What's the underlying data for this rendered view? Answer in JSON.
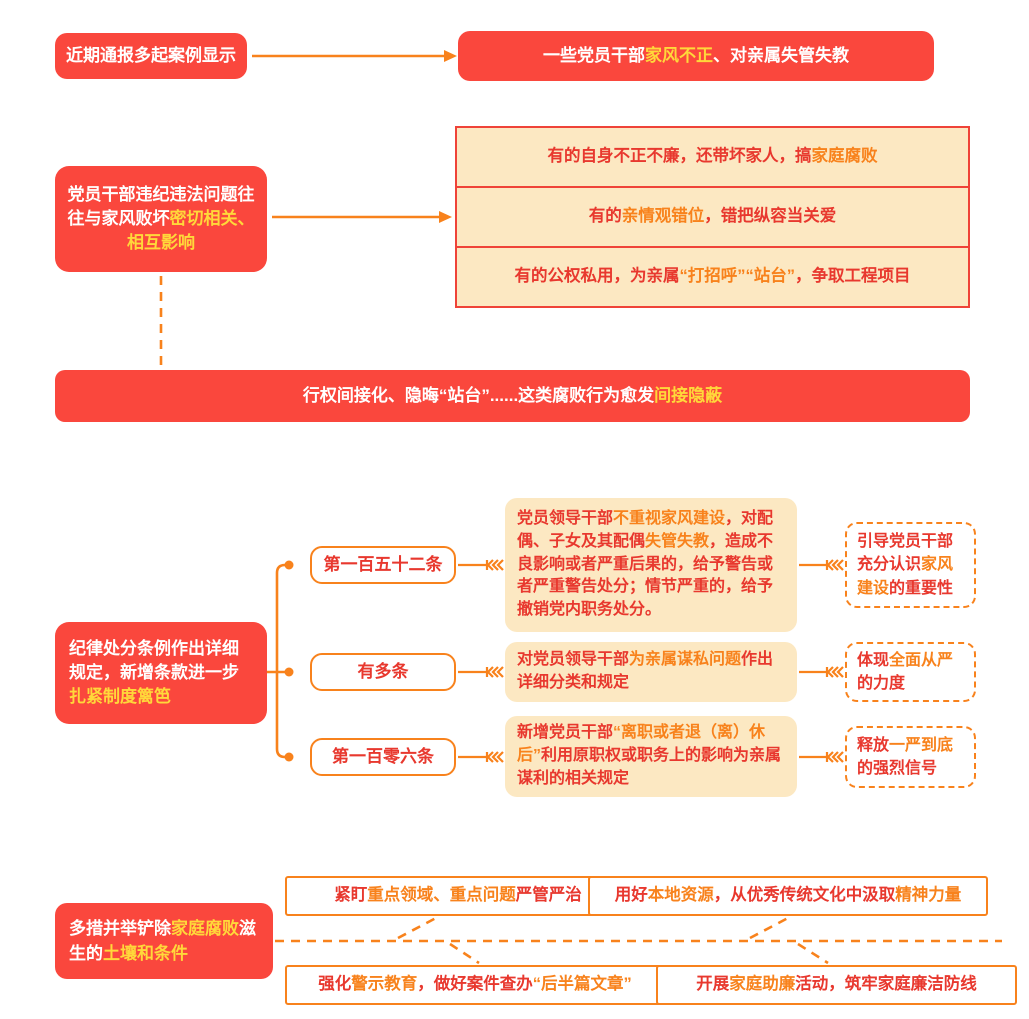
{
  "colors": {
    "red_bg": "#fa473d",
    "yellow": "#ffd83a",
    "orange": "#f8821c",
    "cream": "#fce8c2",
    "red_text": "#e8382e",
    "red_border": "#ef4338"
  },
  "section1": {
    "cause": [
      {
        "t": "近期通报多起案例显示",
        "c": "w"
      }
    ],
    "effect": [
      {
        "t": "一些党员干部",
        "c": "w"
      },
      {
        "t": "家风不正",
        "c": "y"
      },
      {
        "t": "、对亲属失管失教",
        "c": "w"
      }
    ]
  },
  "section2": {
    "left": [
      {
        "t": "党员干部违纪违法问题往往与家风败坏",
        "c": "w"
      },
      {
        "t": "密切相关、相互影响",
        "c": "y"
      }
    ],
    "list": [
      [
        {
          "t": "有的自身不正不廉，还带坏家人，搞",
          "c": "r"
        },
        {
          "t": "家庭腐败",
          "c": "o"
        }
      ],
      [
        {
          "t": "有的",
          "c": "r"
        },
        {
          "t": "亲情观错位",
          "c": "o"
        },
        {
          "t": "，错把纵容当关爱",
          "c": "r"
        }
      ],
      [
        {
          "t": "有的公权私用，为亲属",
          "c": "r"
        },
        {
          "t": "“打招呼”“站台”",
          "c": "o"
        },
        {
          "t": "，争取工程项目",
          "c": "r"
        }
      ]
    ],
    "banner": [
      {
        "t": "行权间接化、隐晦“站台”......这类腐败行为愈发",
        "c": "w"
      },
      {
        "t": "间接隐蔽",
        "c": "y"
      }
    ]
  },
  "section3": {
    "left": [
      {
        "t": "纪律处分条例作出详细规定，新增条款进一步",
        "c": "w"
      },
      {
        "t": "扎紧制度篱笆",
        "c": "y"
      }
    ],
    "rows": [
      {
        "branch": "第一百五十二条",
        "content": [
          {
            "t": "党员领导干部",
            "c": "r"
          },
          {
            "t": "不重视家风建设",
            "c": "o"
          },
          {
            "t": "，对配偶、子女及其配偶",
            "c": "r"
          },
          {
            "t": "失管失教",
            "c": "o"
          },
          {
            "t": "，造成不良影响或者严重后果的，给予警告或者严重警告处分；情节严重的，给予撤销党内职务处分。",
            "c": "r"
          }
        ],
        "note": [
          {
            "t": "引导党员干部充分认识",
            "c": "r"
          },
          {
            "t": "家风建设",
            "c": "o"
          },
          {
            "t": "的重要性",
            "c": "r"
          }
        ]
      },
      {
        "branch": "有多条",
        "content": [
          {
            "t": "对党员领导干部",
            "c": "r"
          },
          {
            "t": "为亲属谋私问题",
            "c": "o"
          },
          {
            "t": "作出详细分类和规定",
            "c": "r"
          }
        ],
        "note": [
          {
            "t": "体现",
            "c": "r"
          },
          {
            "t": "全面从严",
            "c": "o"
          },
          {
            "t": "的力度",
            "c": "r"
          }
        ]
      },
      {
        "branch": "第一百零六条",
        "content": [
          {
            "t": "新增党员干部",
            "c": "r"
          },
          {
            "t": "“离职或者退（离）休后”",
            "c": "o"
          },
          {
            "t": "利用原职权或职务上的影响为亲属谋利的相关规定",
            "c": "r"
          }
        ],
        "note": [
          {
            "t": "释放",
            "c": "r"
          },
          {
            "t": "一严到底",
            "c": "o"
          },
          {
            "t": "的强烈信号",
            "c": "r"
          }
        ]
      }
    ]
  },
  "section4": {
    "left": [
      {
        "t": "多措并举铲除",
        "c": "w"
      },
      {
        "t": "家庭腐败",
        "c": "y"
      },
      {
        "t": "滋生的",
        "c": "w"
      },
      {
        "t": "土壤和条件",
        "c": "y"
      }
    ],
    "measures": [
      [
        {
          "t": "紧盯",
          "c": "r"
        },
        {
          "t": "重点领域、重点问题",
          "c": "o"
        },
        {
          "t": "严管严治",
          "c": "r"
        }
      ],
      [
        {
          "t": "用好",
          "c": "r"
        },
        {
          "t": "本地资源",
          "c": "o"
        },
        {
          "t": "，从优秀传统文化中汲取",
          "c": "r"
        },
        {
          "t": "精神力量",
          "c": "o"
        }
      ],
      [
        {
          "t": "强化",
          "c": "r"
        },
        {
          "t": "警示教育",
          "c": "o"
        },
        {
          "t": "，做好案件查办",
          "c": "r"
        },
        {
          "t": "“后半篇文章”",
          "c": "o"
        }
      ],
      [
        {
          "t": "开展",
          "c": "r"
        },
        {
          "t": "家庭助廉",
          "c": "o"
        },
        {
          "t": "活动，筑牢家庭廉洁防线",
          "c": "r"
        }
      ]
    ]
  }
}
